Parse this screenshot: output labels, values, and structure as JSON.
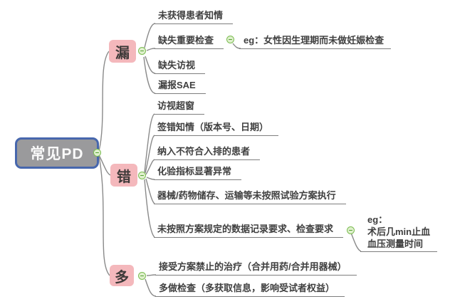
{
  "root": {
    "label": "常见PD"
  },
  "branches": [
    {
      "label": "漏",
      "children": [
        {
          "label": "未获得患者知情"
        },
        {
          "label": "缺失重要检查",
          "note": {
            "label": "eg：女性因生理期而未做妊娠检查"
          }
        },
        {
          "label": "缺失访视"
        },
        {
          "label": "漏报SAE"
        }
      ]
    },
    {
      "label": "错",
      "children": [
        {
          "label": "访视超窗"
        },
        {
          "label": "签错知情（版本号、日期）"
        },
        {
          "label": "纳入不符合入排的患者"
        },
        {
          "label": "化验指标显著异常"
        },
        {
          "label": "器械/药物储存、运输等未按照试验方案执行"
        },
        {
          "label": "未按照方案规定的数据记录要求、检查要求",
          "note": {
            "lines": [
              "eg：",
              "术后几min止血",
              "血压测量时间"
            ]
          }
        }
      ]
    },
    {
      "label": "多",
      "children": [
        {
          "label": "接受方案禁止的治疗（合并用药/合并用器械）"
        },
        {
          "label": "多做检查（多获取信息，影响受试者权益）"
        }
      ]
    }
  ],
  "colors": {
    "root_fill": "#9a9a9c",
    "root_border": "#4767ad",
    "branch_fill": "#f4b8bc",
    "text": "#3f3f3f",
    "line": "#8a8a8a",
    "collapse_fill": "#dff0cd",
    "collapse_border": "#7cbd52"
  }
}
